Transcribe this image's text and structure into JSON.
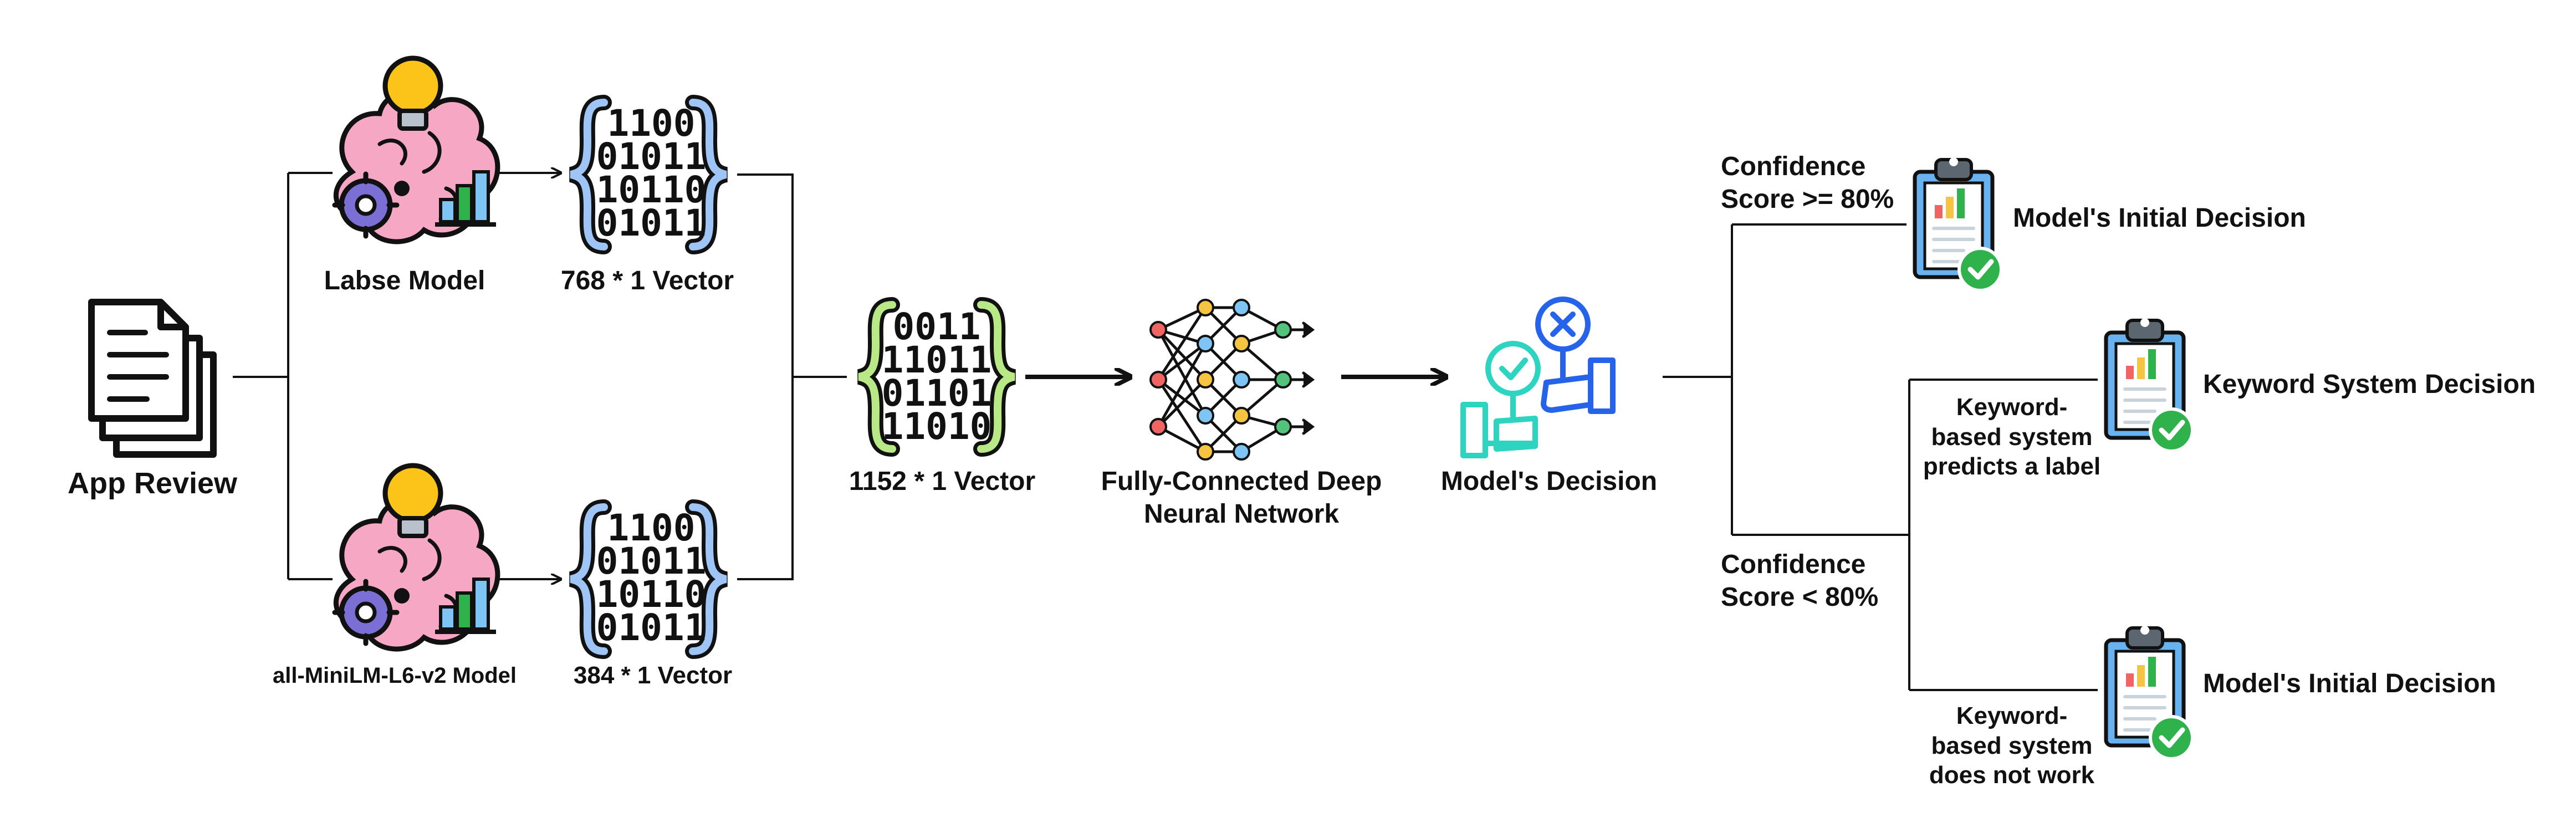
{
  "labels": {
    "app_review": "App Review",
    "labse_model": "Labse Model",
    "minilm_model": "all-MiniLM-L6-v2 Model",
    "vec_768": "768 * 1 Vector",
    "vec_384": "384 * 1 Vector",
    "vec_1152": "1152 * 1 Vector",
    "nn_line1": "Fully-Connected Deep",
    "nn_line2": "Neural Network",
    "models_decision": "Model's Decision",
    "conf_high_1": "Confidence",
    "conf_high_2": "Score >= 80%",
    "conf_low_1": "Confidence",
    "conf_low_2": "Score < 80%",
    "initial_decision_top": "Model's Initial Decision",
    "keyword_decision": "Keyword System Decision",
    "initial_decision_bottom": "Model's Initial Decision",
    "kw_predicts_1": "Keyword-",
    "kw_predicts_2": "based system",
    "kw_predicts_3": "predicts a label",
    "kw_fails_1": "Keyword-",
    "kw_fails_2": "based system",
    "kw_fails_3": "does not work"
  },
  "binary": {
    "labse_rows": [
      "1100",
      "01011",
      "10110",
      "01011"
    ],
    "minilm_rows": [
      "1100",
      "01011",
      "10110",
      "01011"
    ],
    "concat_rows": [
      "0011",
      "11011",
      "01101",
      "11010"
    ]
  },
  "colors": {
    "line": "#111111",
    "brain_pink": "#f6a7c4",
    "bulb_yellow": "#fcc419",
    "gear_purple": "#7b6fd6",
    "bracket_blue": "#9ec5f5",
    "bracket_green": "#b8e986",
    "check_green": "#2fb24b",
    "clipboard_blue": "#69b2f0",
    "hand_teal": "#2dd4bf",
    "hand_blue": "#2563eb",
    "node_red": "#f06464",
    "node_green": "#53c27a",
    "node_yellow": "#f5c542",
    "node_blue": "#7ec4f5"
  },
  "icons": [
    "document-stack-icon",
    "brain-bulb-icon",
    "binary-vector-icon",
    "neural-network-icon",
    "decision-hands-icon",
    "clipboard-check-icon"
  ]
}
